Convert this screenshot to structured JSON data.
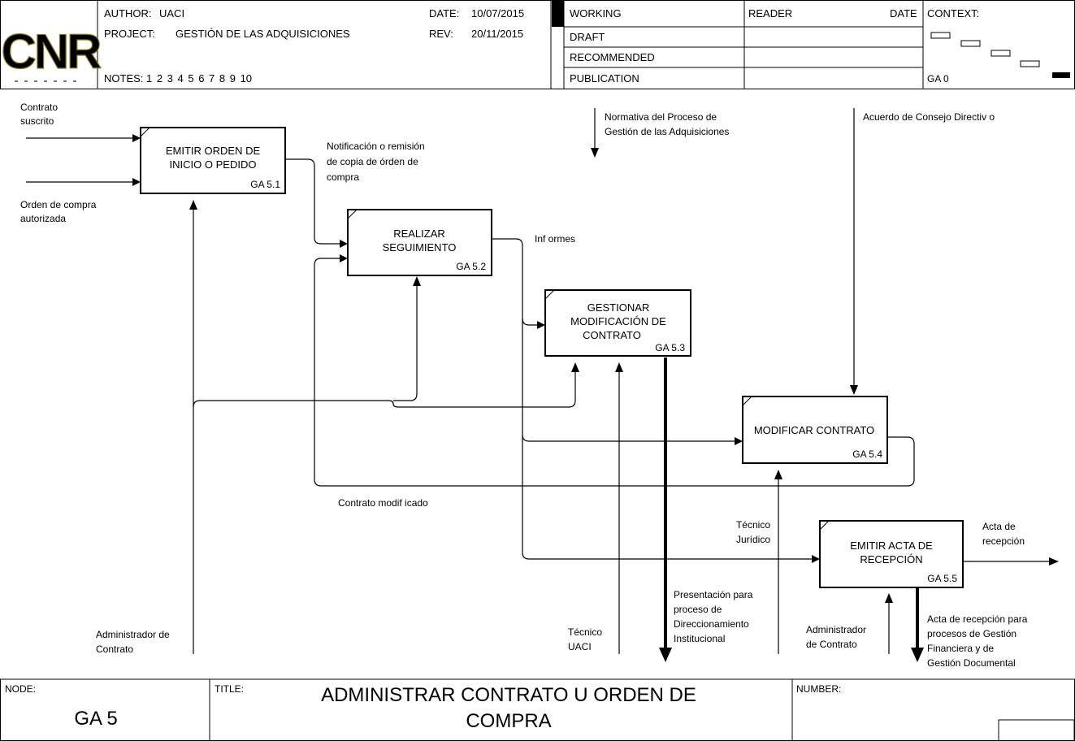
{
  "header": {
    "logo_text": "CNR",
    "author_label": "AUTHOR:",
    "author": "UACI",
    "project_label": "PROJECT:",
    "project": "GESTIÓN DE LAS ADQUISICIONES",
    "notes_label": "NOTES:",
    "notes": "1 2 3 4 5 6 7 8 9 10",
    "date_label": "DATE:",
    "date": "10/07/2015",
    "rev_label": "REV:",
    "rev": "20/11/2015",
    "status": [
      "WORKING",
      "DRAFT",
      "RECOMMENDED",
      "PUBLICATION"
    ],
    "reader_label": "READER",
    "reader_date_label": "DATE",
    "context_label": "CONTEXT:",
    "context_node": "GA 0"
  },
  "boxes": [
    {
      "lines": [
        "EMITIR ORDEN DE",
        "INICIO O PEDIDO"
      ],
      "id": "GA 5.1"
    },
    {
      "lines": [
        "REALIZAR",
        "SEGUIMIENTO"
      ],
      "id": "GA 5.2"
    },
    {
      "lines": [
        "GESTIONAR",
        "MODIFICACIÓN DE",
        "CONTRATO"
      ],
      "id": "GA 5.3"
    },
    {
      "lines": [
        "MODIFICAR CONTRATO"
      ],
      "id": "GA 5.4"
    },
    {
      "lines": [
        "EMITIR ACTA DE",
        "RECEPCIÓN"
      ],
      "id": "GA 5.5"
    }
  ],
  "labels": {
    "contrato_suscrito": [
      "Contrato",
      "suscrito"
    ],
    "orden_compra": [
      "Orden de compra",
      "autorizada"
    ],
    "notificacion": [
      "Notificación o remisión",
      "de copia de órden de",
      "compra"
    ],
    "normativa": [
      "Normativa del Proceso de",
      "Gestión de las  Adquisiciones"
    ],
    "acuerdo": [
      "Acuerdo de Consejo Directiv o"
    ],
    "informes": [
      "Inf ormes"
    ],
    "contrato_modificado": [
      "Contrato modif icado"
    ],
    "tecnico_juridico": [
      "Técnico",
      "Jurídico"
    ],
    "acta_recepcion": [
      "Acta de",
      "recepción"
    ],
    "presentacion": [
      "Presentación para",
      "proceso de",
      "Direccionamiento",
      "Institucional"
    ],
    "acta_procesos": [
      "Acta de recepción para",
      "procesos de Gestión",
      "Financiera y de",
      "Gestión Documental"
    ],
    "admin_contrato_1": [
      "Administrador de",
      "Contrato"
    ],
    "tecnico_uaci": [
      "Técnico",
      "UACI"
    ],
    "admin_contrato_2": [
      "Administrador",
      "de Contrato"
    ]
  },
  "footer": {
    "node_label": "NODE:",
    "node": "GA 5",
    "title_label": "TITLE:",
    "title_lines": [
      "ADMINISTRAR CONTRATO U ORDEN DE",
      "COMPRA"
    ],
    "number_label": "NUMBER:"
  },
  "colors": {
    "logo_fill": "#f3dc1c",
    "logo_outline": "#8a7a10",
    "ink": "#000000"
  }
}
